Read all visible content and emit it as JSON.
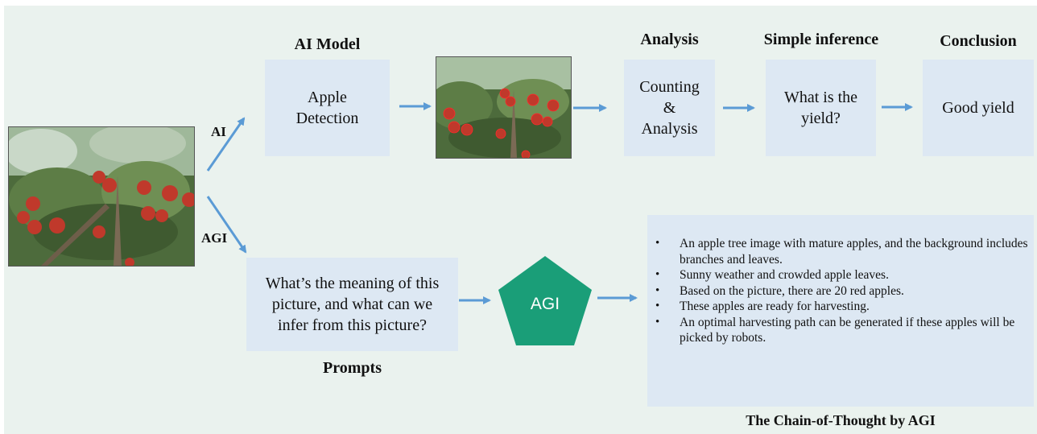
{
  "top": {
    "ai_model_title": "AI Model",
    "detection_box": [
      "Apple",
      "Detection"
    ],
    "analysis_title": "Analysis",
    "analysis_box": [
      "Counting",
      "&",
      "Analysis"
    ],
    "inference_title": "Simple inference",
    "inference_box": [
      "What is the",
      "yield?"
    ],
    "conclusion_title": "Conclusion",
    "conclusion_box": "Good yield"
  },
  "branches": {
    "ai_label": "AI",
    "agi_label": "AGI"
  },
  "bottom": {
    "prompt_box": [
      "What’s the meaning of this",
      "picture, and what can we",
      "infer from this picture?"
    ],
    "prompts_title": "Prompts",
    "agi_node": "AGI",
    "cot_title": "The Chain-of-Thought by AGI",
    "cot_items": [
      "An apple tree image with mature apples, and the background includes branches and leaves.",
      "Sunny weather and crowded apple leaves.",
      "Based on the picture, there are 20 red apples.",
      "These apples are ready for harvesting.",
      "An optimal harvesting path can be generated if these apples will be picked by robots."
    ]
  },
  "colors": {
    "background": "#eaf2ee",
    "box": "#dde8f3",
    "arrow": "#5b9bd5",
    "agi": "#1a9e78"
  }
}
